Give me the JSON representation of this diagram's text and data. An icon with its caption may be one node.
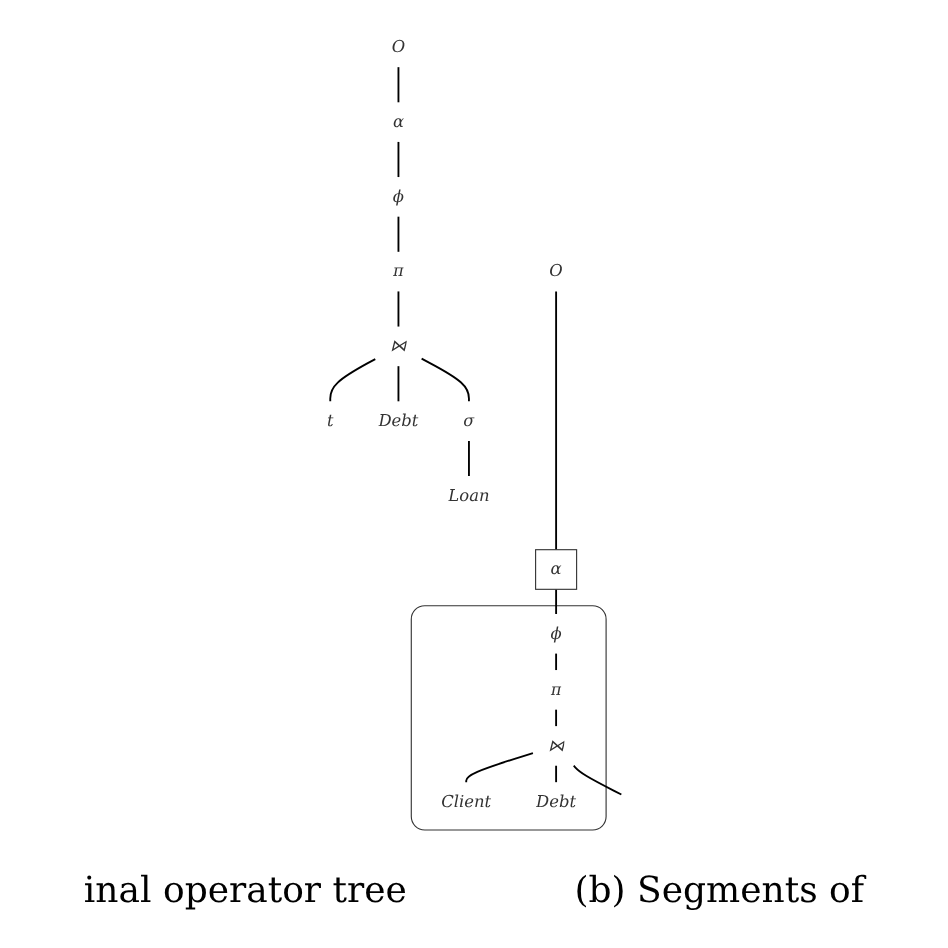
{
  "diagram": {
    "nodes": [
      {
        "text": [
          "O"
        ]
      },
      {
        "text": [
          "α"
        ]
      },
      {
        "text": [
          "ϕ"
        ]
      },
      {
        "text": [
          "π"
        ]
      },
      {
        "text": [
          "⋈"
        ]
      },
      {
        "text": [
          "t"
        ]
      },
      {
        "text": [
          "Debt"
        ]
      },
      {
        "text": [
          "σ"
        ]
      },
      {
        "text": [
          "Loan"
        ]
      },
      {
        "text": [
          "O"
        ]
      },
      {
        "text": [
          "α"
        ]
      },
      {
        "text": [],
        "shape": "box"
      },
      {
        "text": [
          "ϕ"
        ],
        "in": 11
      },
      {
        "text": [
          "π"
        ],
        "in": 11
      },
      {
        "text": [
          "⋈"
        ],
        "in": 11
      },
      {
        "text": [
          "Client"
        ],
        "in": 11
      },
      {
        "text": [
          "Debt"
        ],
        "in": 11
      }
    ],
    "edges": [
      {
        "from": 0,
        "to": 1,
        "arrow": "none"
      },
      {
        "from": 1,
        "to": 2,
        "arrow": "none"
      },
      {
        "from": 2,
        "to": 3,
        "arrow": "none"
      },
      {
        "from": 3,
        "to": 4,
        "arrow": "none"
      },
      {
        "from": 4,
        "to": 5,
        "arrow": "none"
      },
      {
        "from": 4,
        "to": 6,
        "arrow": "none"
      },
      {
        "from": 4,
        "to": 7,
        "arrow": "none"
      },
      {
        "from": 7,
        "to": 8,
        "arrow": "none"
      },
      {
        "from": 9,
        "to": 10,
        "arrow": "none"
      },
      {
        "from": 10,
        "to": 12,
        "arrow": "none"
      },
      {
        "from": 12,
        "to": 13,
        "arrow": "none"
      },
      {
        "from": 13,
        "to": 14,
        "arrow": "none"
      },
      {
        "from": 14,
        "to": 15,
        "arrow": "none"
      },
      {
        "from": 14,
        "to": 16,
        "arrow": "none"
      },
      {
        "from": 14,
        "to": null,
        "arrow": "none"
      }
    ],
    "labels": [
      "inal operator tree",
      "(b) Segments of"
    ]
  }
}
